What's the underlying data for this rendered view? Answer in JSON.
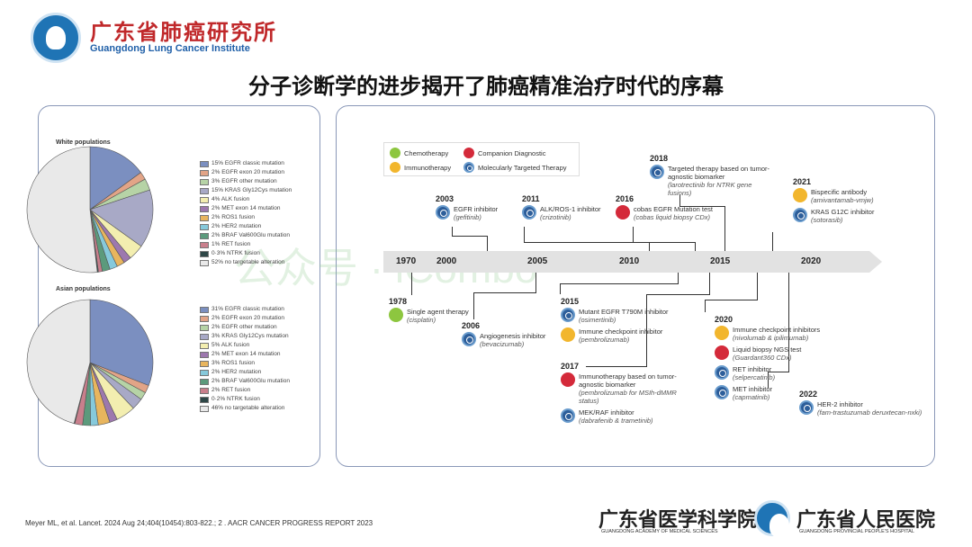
{
  "header": {
    "institute_cn": "广东省肺癌研究所",
    "institute_en": "Guangdong Lung Cancer Institute",
    "title": "分子诊断学的进步揭开了肺癌精准治疗时代的序幕"
  },
  "watermark": "公众号 · iCombo",
  "chart_data": [
    {
      "type": "pie",
      "title": "White populations",
      "categories": [
        "EGFR classic mutation",
        "EGFR exon 20 mutation",
        "EGFR other mutation",
        "KRAS Gly12Cys mutation",
        "ALK fusion",
        "MET exon 14 mutation",
        "ROS1 fusion",
        "HER2 mutation",
        "BRAF Val600Glu mutation",
        "RET fusion",
        "NTRK fusion",
        "no targetable alteration"
      ],
      "values": [
        15,
        2,
        3,
        15,
        4,
        2,
        2,
        2,
        2,
        1,
        0.3,
        52
      ],
      "labels": [
        "15% EGFR classic mutation",
        "2% EGFR exon 20 mutation",
        "3% EGFR other mutation",
        "15% KRAS Gly12Cys mutation",
        "4% ALK fusion",
        "2% MET exon 14 mutation",
        "2% ROS1 fusion",
        "2% HER2 mutation",
        "2% BRAF Val600Glu mutation",
        "1% RET fusion",
        "0·3% NTRK fusion",
        "52% no targetable alteration"
      ]
    },
    {
      "type": "pie",
      "title": "Asian populations",
      "categories": [
        "EGFR classic mutation",
        "EGFR exon 20 mutation",
        "EGFR other mutation",
        "KRAS Gly12Cys mutation",
        "ALK fusion",
        "MET exon 14 mutation",
        "ROS1 fusion",
        "HER2 mutation",
        "BRAF Val600Glu mutation",
        "RET fusion",
        "NTRK fusion",
        "no targetable alteration"
      ],
      "values": [
        31,
        2,
        2,
        3,
        5,
        2,
        3,
        2,
        2,
        2,
        0.2,
        46
      ],
      "labels": [
        "31% EGFR classic mutation",
        "2% EGFR exon 20 mutation",
        "2% EGFR other mutation",
        "3% KRAS Gly12Cys mutation",
        "5% ALK fusion",
        "2% MET exon 14 mutation",
        "3% ROS1 fusion",
        "2% HER2 mutation",
        "2% BRAF Val600Glu mutation",
        "2% RET fusion",
        "0·2% NTRK fusion",
        "46% no targetable alteration"
      ]
    }
  ],
  "colors": [
    "#7b8fc0",
    "#e2a487",
    "#b6d3a6",
    "#a8a9c6",
    "#f3eeb0",
    "#9d78ae",
    "#e8b55e",
    "#86c9db",
    "#5c9a7c",
    "#c97f8c",
    "#2e4747",
    "#e9e9e9"
  ],
  "timeline": {
    "legend": [
      "Chemotherapy",
      "Companion Diagnostic",
      "Immunotherapy",
      "Molecularly Targeted Therapy"
    ],
    "axis": [
      "1970",
      "2000",
      "2005",
      "2010",
      "2015",
      "2020"
    ],
    "events": [
      {
        "year": "2003",
        "items": [
          {
            "type": "mtt",
            "label": "EGFR inhibitor",
            "drug": "(gefitinib)"
          }
        ]
      },
      {
        "year": "2011",
        "items": [
          {
            "type": "mtt",
            "label": "ALK/ROS-1 inhibitor",
            "drug": "(crizotinib)"
          }
        ]
      },
      {
        "year": "2016",
        "items": [
          {
            "type": "cdx",
            "label": "cobas EGFR Mutation test",
            "drug": "(cobas liquid biopsy CDx)"
          }
        ]
      },
      {
        "year": "2018",
        "items": [
          {
            "type": "mtt",
            "label": "Targeted therapy based on tumor-agnostic biomarker",
            "drug": "(larotrectinib for NTRK gene fusions)"
          }
        ]
      },
      {
        "year": "2021",
        "items": [
          {
            "type": "immuno",
            "label": "Bispecific antibody",
            "drug": "(amivantamab-vmjw)"
          },
          {
            "type": "mtt",
            "label": "KRAS G12C inhibitor",
            "drug": "(sotorasib)"
          }
        ]
      },
      {
        "year": "1978",
        "items": [
          {
            "type": "chemo",
            "label": "Single agent therapy",
            "drug": "(cisplatin)"
          }
        ]
      },
      {
        "year": "2006",
        "items": [
          {
            "type": "mtt",
            "label": "Angiogenesis inhibitor",
            "drug": "(bevacizumab)"
          }
        ]
      },
      {
        "year": "2015",
        "items": [
          {
            "type": "mtt",
            "label": "Mutant EGFR T790M inhibitor",
            "drug": "(osimertinib)"
          },
          {
            "type": "immuno",
            "label": "Immune checkpoint inhibitor",
            "drug": "(pembrolizumab)"
          }
        ]
      },
      {
        "year": "2017",
        "items": [
          {
            "type": "cdx",
            "label": "Immunotherapy based on tumor-agnostic biomarker",
            "drug": "(pembrolizumab for MSIh-dMMR status)"
          },
          {
            "type": "mtt",
            "label": "MEK/RAF inhibitor",
            "drug": "(dabrafenib & trametinib)"
          }
        ]
      },
      {
        "year": "2020",
        "items": [
          {
            "type": "immuno",
            "label": "Immune checkpoint inhibitors",
            "drug": "(nivolumab & ipilimumab)"
          },
          {
            "type": "cdx",
            "label": "Liquid biopsy NGS test",
            "drug": "(Guardant360 CDx)"
          },
          {
            "type": "mtt",
            "label": "RET inhibitor",
            "drug": "(selpercatinib)"
          },
          {
            "type": "mtt",
            "label": "MET inhibitor",
            "drug": "(capmatinib)"
          }
        ]
      },
      {
        "year": "2022",
        "items": [
          {
            "type": "mtt",
            "label": "HER-2 inhibitor",
            "drug": "(fam-trastuzumab deruxtecan-nxki)"
          }
        ]
      }
    ]
  },
  "footer": {
    "reference": "Meyer ML, et al. Lancet. 2024 Aug 24;404(10454):803-822.; 2 . AACR CANCER PROGRESS REPORT 2023",
    "academy_cn": "广东省医学科学院",
    "academy_en": "GUANGDONG ACADEMY OF MEDICAL SCIENCES",
    "hospital_cn": "广东省人民医院",
    "hospital_en": "GUANGDONG PROVINCIAL PEOPLE'S HOSPITAL"
  }
}
